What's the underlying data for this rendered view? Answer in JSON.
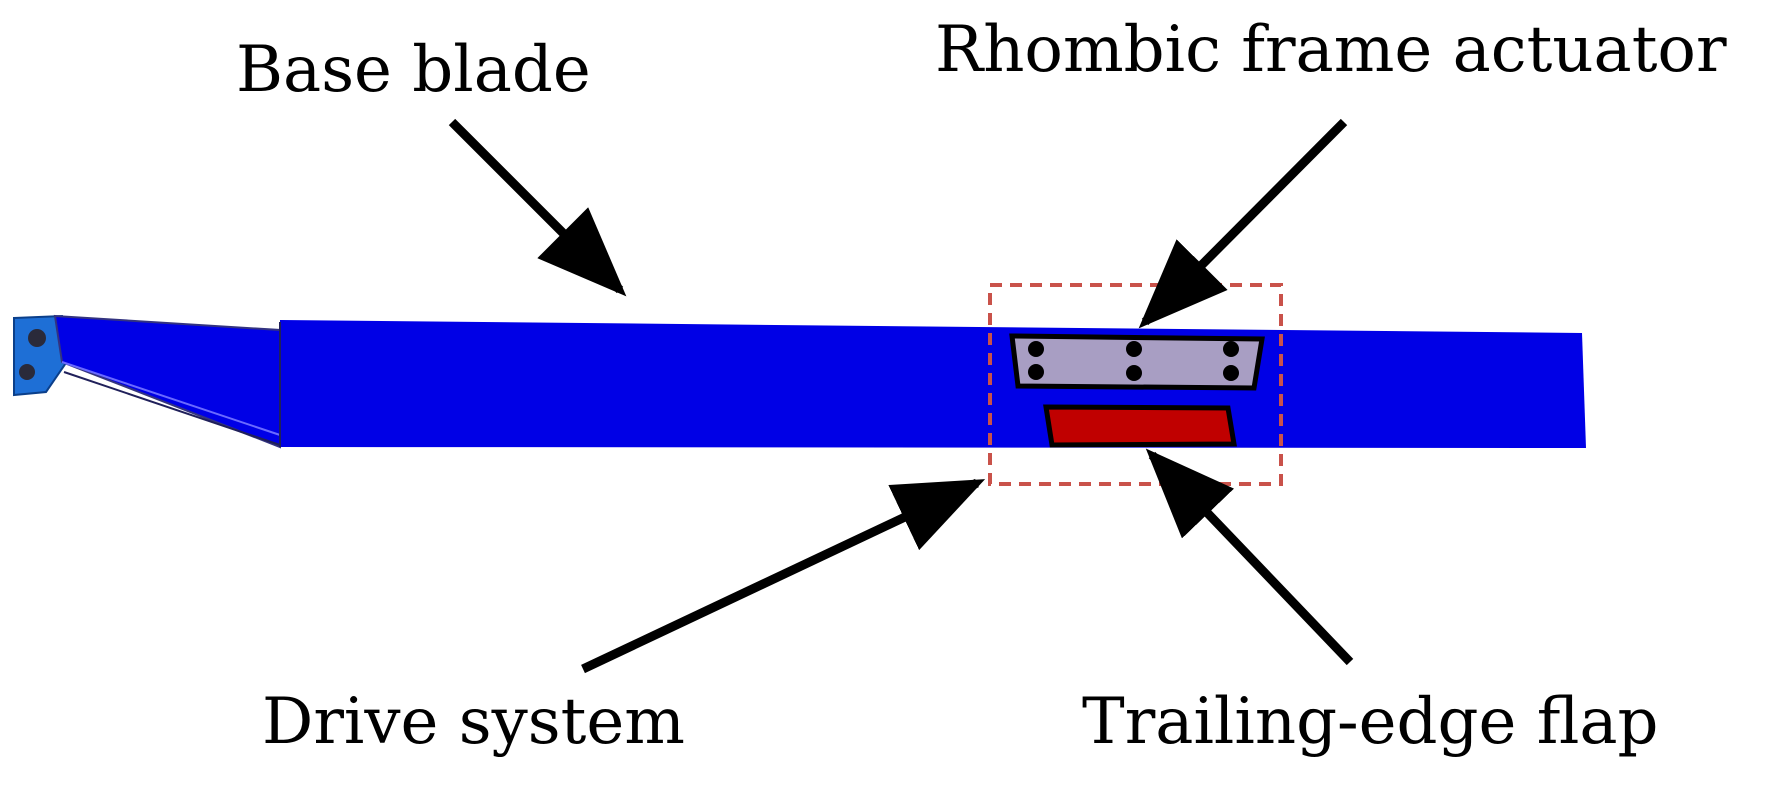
{
  "labels": {
    "base_blade": "Base blade",
    "rhombic_frame_actuator": "Rhombic frame actuator",
    "drive_system": "Drive system",
    "trailing_edge_flap": "Trailing-edge flap"
  },
  "colors": {
    "blade": "#0000e6",
    "root_fitting": "#1e6fd6",
    "actuator": "#a89ec3",
    "flap": "#c00000",
    "dashed_box": "#c9524a",
    "arrow": "#000000"
  }
}
